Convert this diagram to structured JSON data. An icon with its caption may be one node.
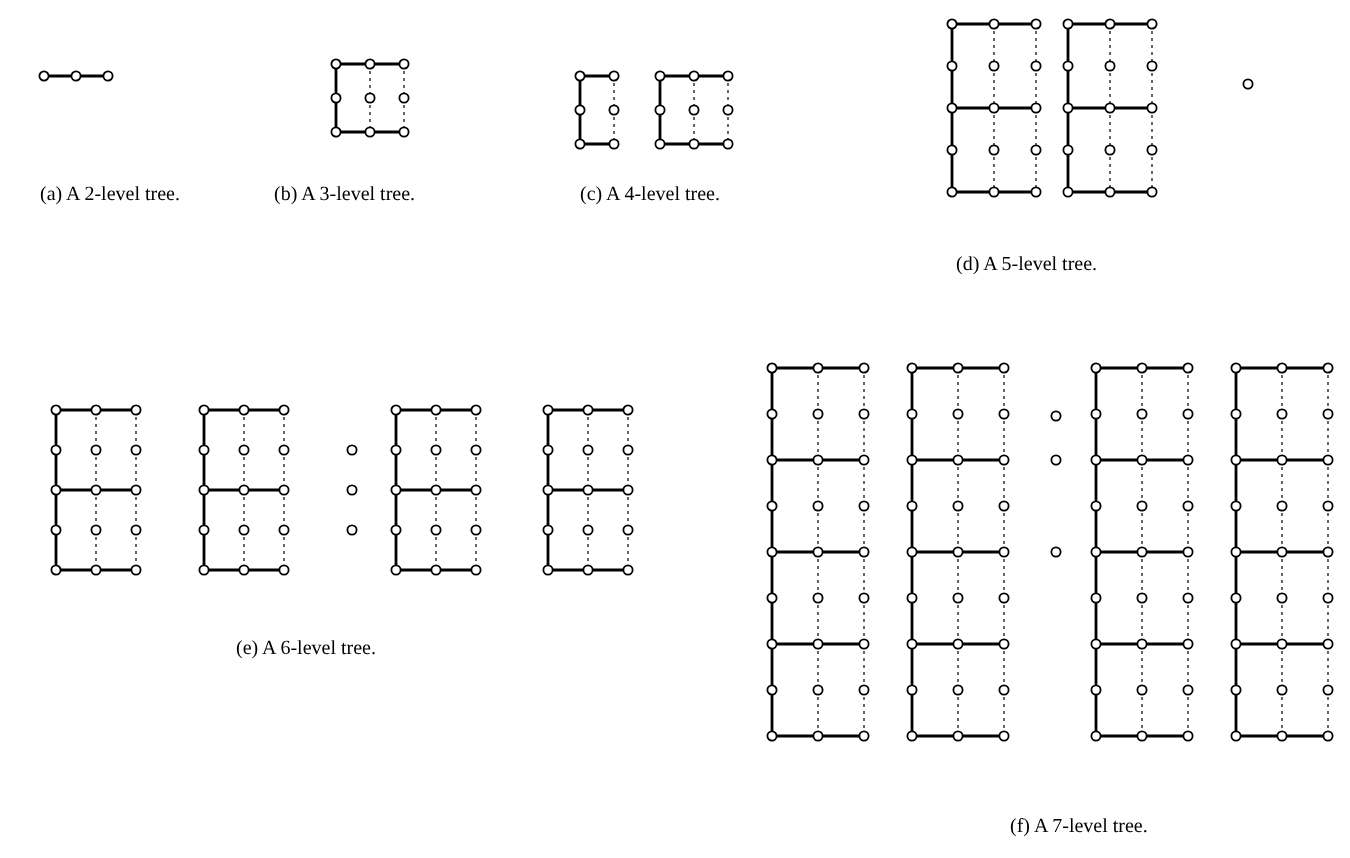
{
  "diagram": {
    "labels": [
      "(a) A 2-level tree.",
      "(b) A 3-level tree.",
      "(c) A 4-level tree.",
      "(d) A 5-level tree.",
      "(e) A 6-level tree.",
      "(f) A 7-level tree."
    ]
  }
}
